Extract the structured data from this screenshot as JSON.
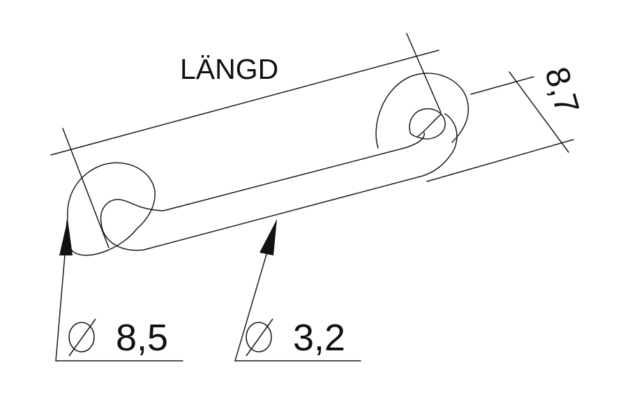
{
  "labels": {
    "length": "LÄNGD",
    "height": "8,7",
    "flange_diameter": "8,5",
    "tube_diameter": "3,2"
  },
  "symbols": {
    "diameter": "diameter-symbol"
  },
  "colors": {
    "line": "#1a1a1a",
    "background": "#ffffff"
  }
}
